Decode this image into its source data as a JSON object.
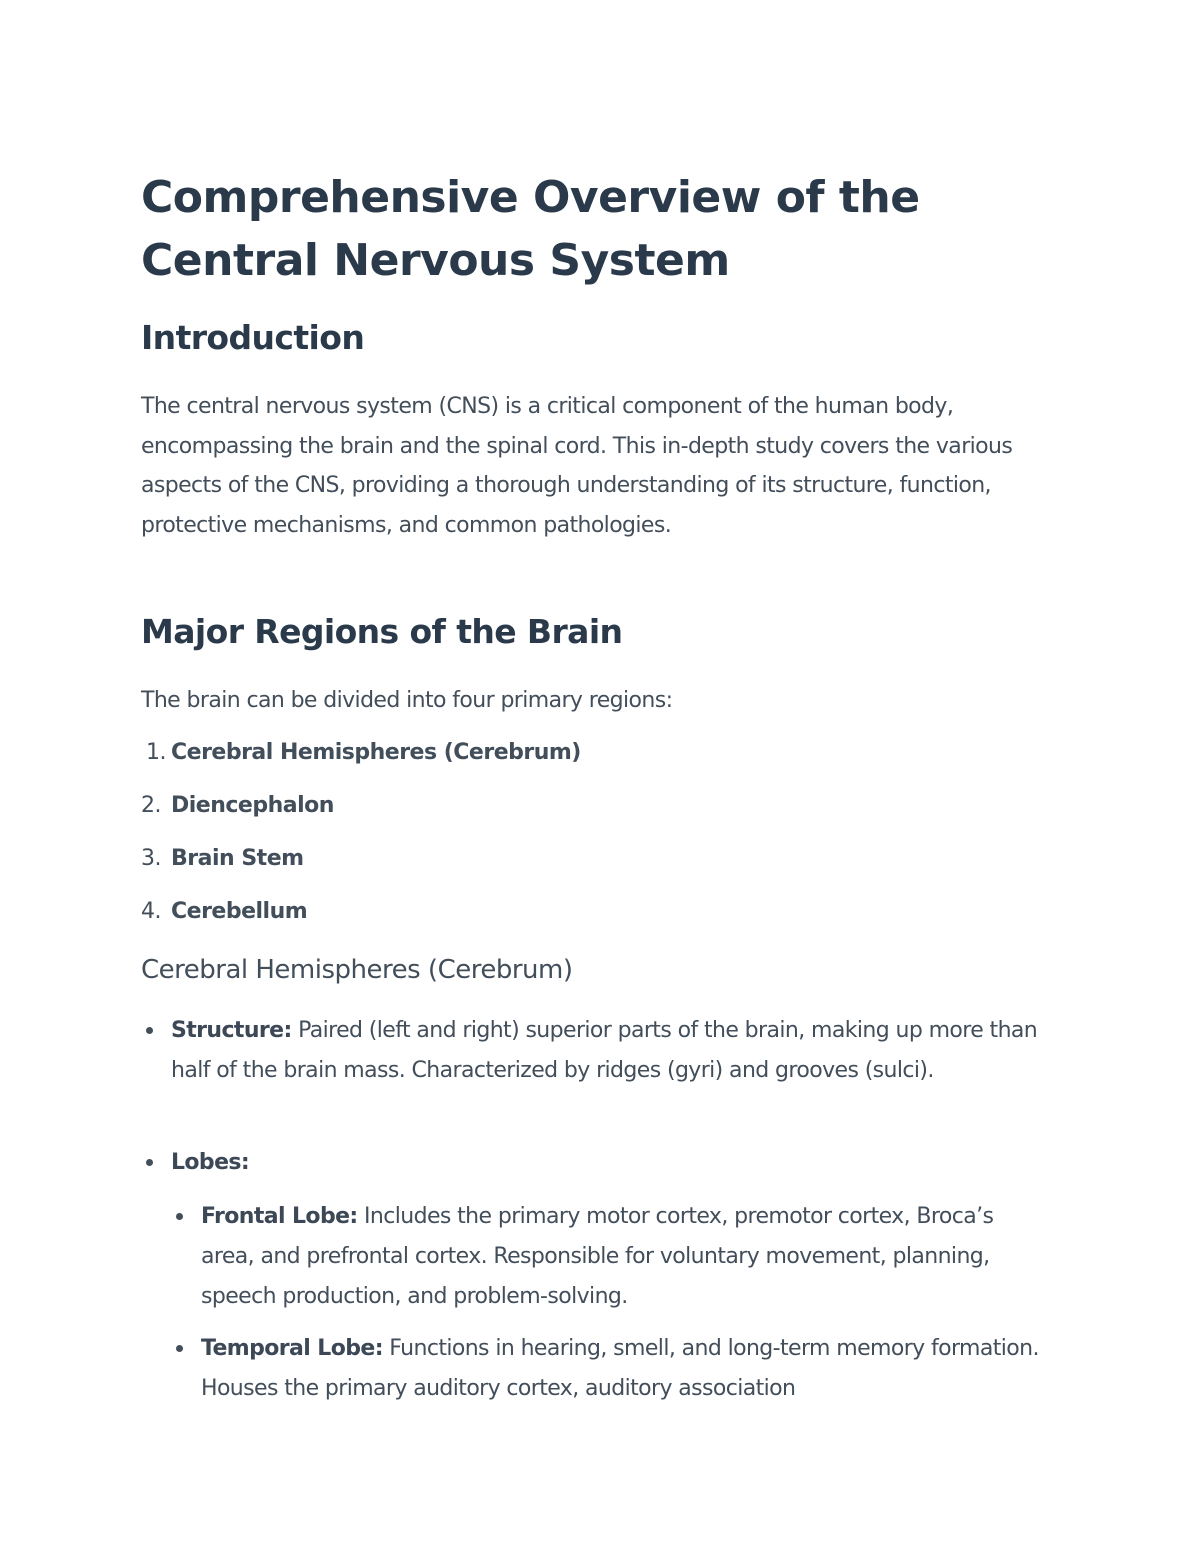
{
  "document": {
    "title": "Comprehensive Overview of the Central Nervous System",
    "title_line1": "Comprehensive Overview of the",
    "title_line2": "Central Nervous System",
    "sections": {
      "introduction": {
        "heading": "Introduction",
        "paragraph": "The central nervous system (CNS) is a critical component of the human body, encompassing the brain and the spinal cord. This in-depth study covers the various aspects of the CNS, providing a thorough understanding of its structure, function, protective mechanisms, and common pathologies."
      },
      "major_regions": {
        "heading": "Major Regions of the Brain",
        "intro": "The brain can be divided into four primary regions:",
        "items": [
          {
            "number": "1.",
            "label": "Cerebral Hemispheres (Cerebrum)"
          },
          {
            "number": "2.",
            "label": "Diencephalon"
          },
          {
            "number": "3.",
            "label": "Brain Stem"
          },
          {
            "number": "4.",
            "label": "Cerebellum"
          }
        ]
      },
      "cerebrum": {
        "heading": "Cerebral Hemispheres (Cerebrum)",
        "bullets": [
          {
            "term": "Structure:",
            "text": " Paired (left and right) superior parts of the brain, making up more than half of the brain mass. Characterized by ridges (gyri) and grooves (sulci)."
          },
          {
            "term": "Lobes:",
            "text": ""
          }
        ],
        "lobes": [
          {
            "term": "Frontal Lobe:",
            "text": " Includes the primary motor cortex, premotor cortex, Broca’s area, and prefrontal cortex. Responsible for voluntary movement, planning, speech production, and problem-solving."
          },
          {
            "term": "Temporal Lobe:",
            "text": " Functions in hearing, smell, and long-term memory formation. Houses the primary auditory cortex, auditory association"
          }
        ]
      }
    }
  },
  "colors": {
    "heading": "#2b3a4b",
    "body": "#434e5b",
    "background": "#ffffff"
  }
}
